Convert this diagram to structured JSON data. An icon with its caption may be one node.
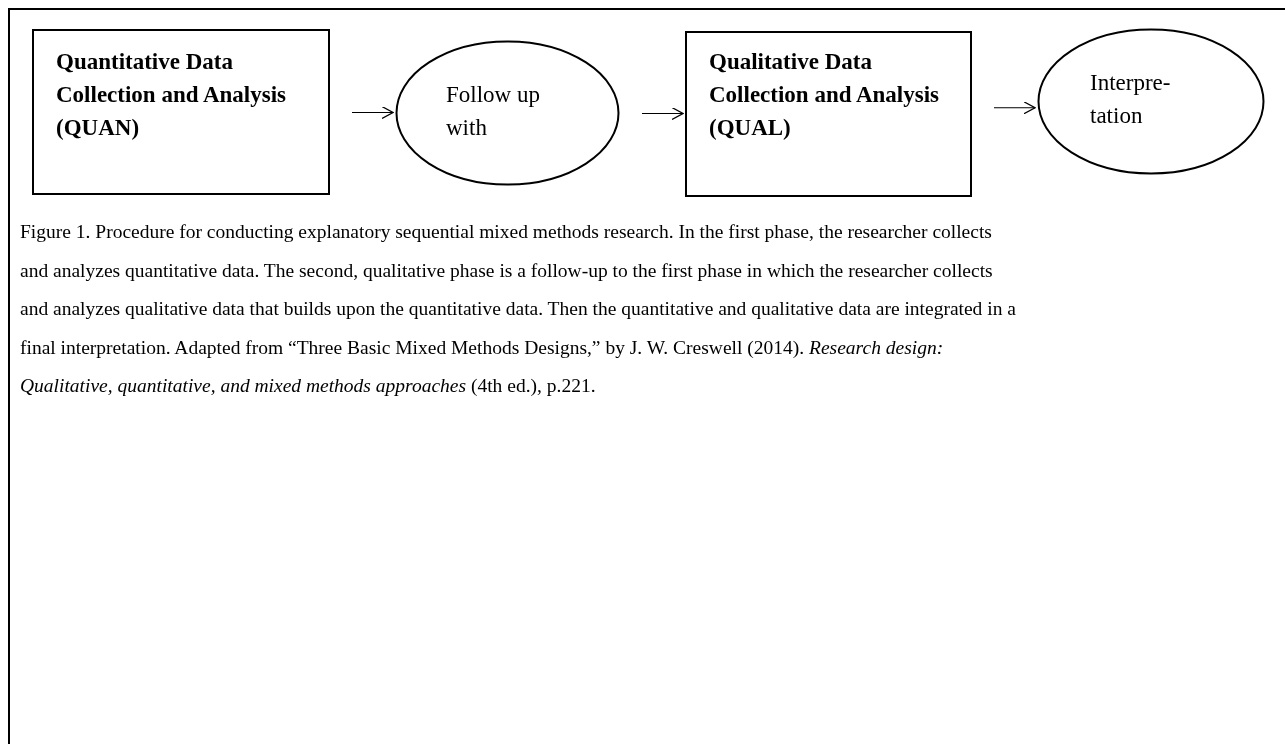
{
  "diagram": {
    "caption": "Figure 1. Procedure for conducting explanatory sequential mixed methods research. In the first phase, the researcher collects and analyzes quantitative data. The second, qualitative phase is a follow-up to the first phase in which the researcher collects and analyzes qualitative data that builds upon the quantitative data. Then the quantitative and qualitative data are integrated in a final interpretation. Adapted from “Three Basic Mixed Methods Designs,” by J. W. Creswell (2014). *Research design: Qualitative, quantitative, and mixed methods approaches* (4th ed.), p.221.",
    "nodes": [
      {
        "text": [
          "Quantitative Data Collection and Analysis (QUAN)"
        ]
      },
      {
        "text": [
          "Follow up with"
        ]
      },
      {
        "text": [
          "Qualitative Data Collection and Analysis (QUAL)"
        ]
      },
      {
        "text": [
          "Interpre- tation"
        ]
      }
    ],
    "edges": [
      {
        "from": 0,
        "to": 1,
        "arrow": "to"
      },
      {
        "from": 1,
        "to": 2,
        "arrow": "to"
      },
      {
        "from": 2,
        "to": 3,
        "arrow": "to"
      }
    ]
  }
}
